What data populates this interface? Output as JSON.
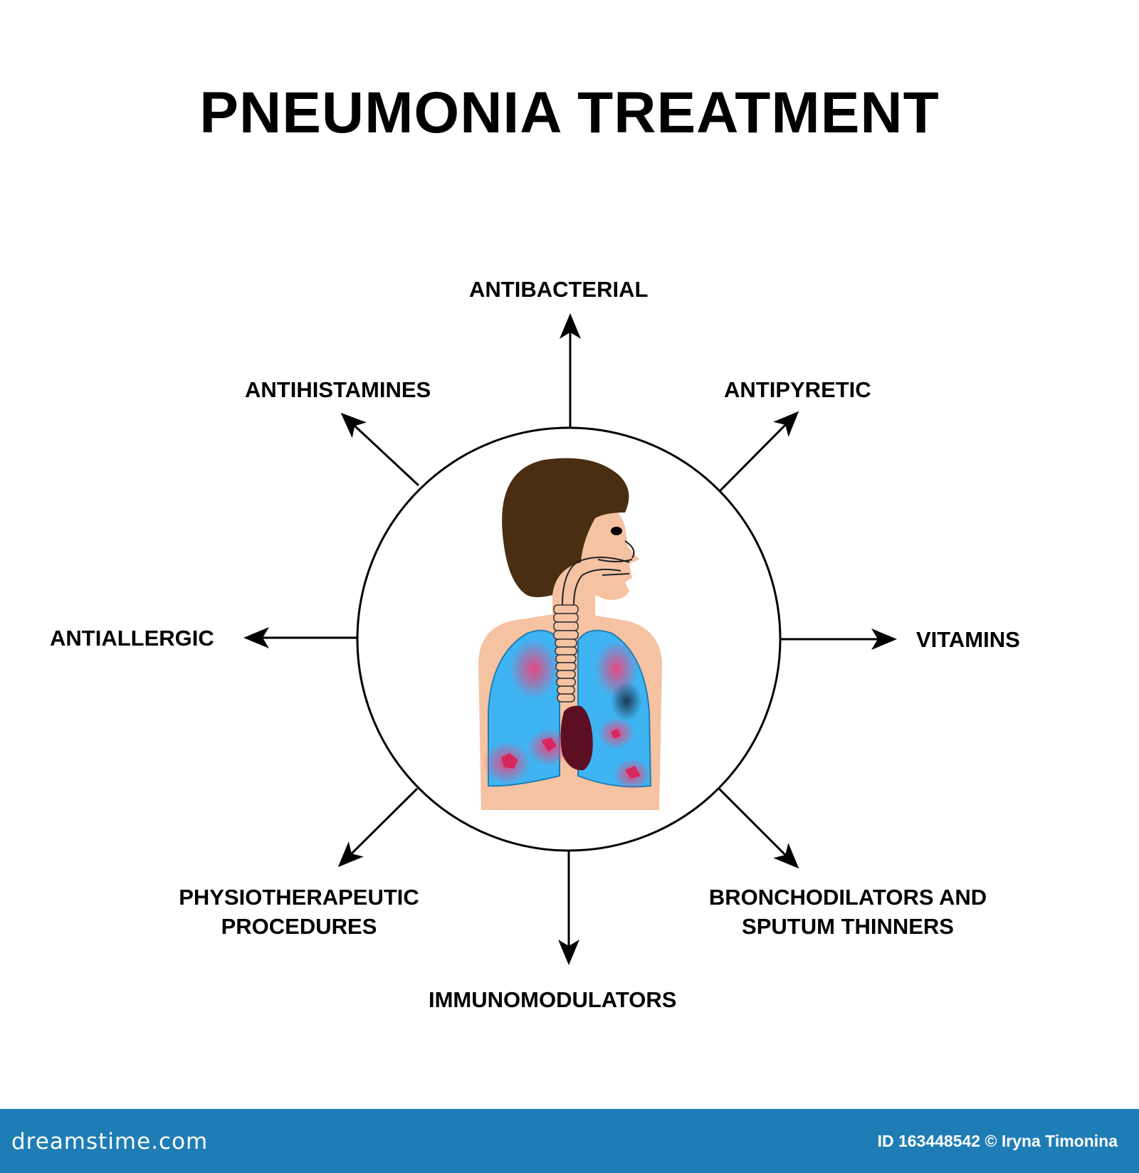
{
  "title": "PNEUMONIA TREATMENT",
  "labels": {
    "antibacterial": "ANTIBACTERIAL",
    "antihistamines": "ANTIHISTAMINES",
    "antipyretic": "ANTIPYRETIC",
    "antiallergic": "ANTIALLERGIC",
    "vitamins": "VITAMINS",
    "physiotherapeutic": [
      "PHYSIOTHERAPEUTIC",
      "PROCEDURES"
    ],
    "bronchodilators": [
      "BRONCHODILATORS AND",
      "SPUTUM THINNERS"
    ],
    "immunomodulators": "IMMUNOMODULATORS"
  },
  "footer": {
    "brand": "dreamstime.com",
    "credit": "ID 163448542 © Iryna Timonina"
  },
  "colors": {
    "footer": "#1f7db6",
    "hair": "#4a2e12",
    "skin": "#f5c2a2",
    "lung": "#3fb4f2",
    "inflammation": "#f0437a",
    "heart": "#5c0f22"
  }
}
